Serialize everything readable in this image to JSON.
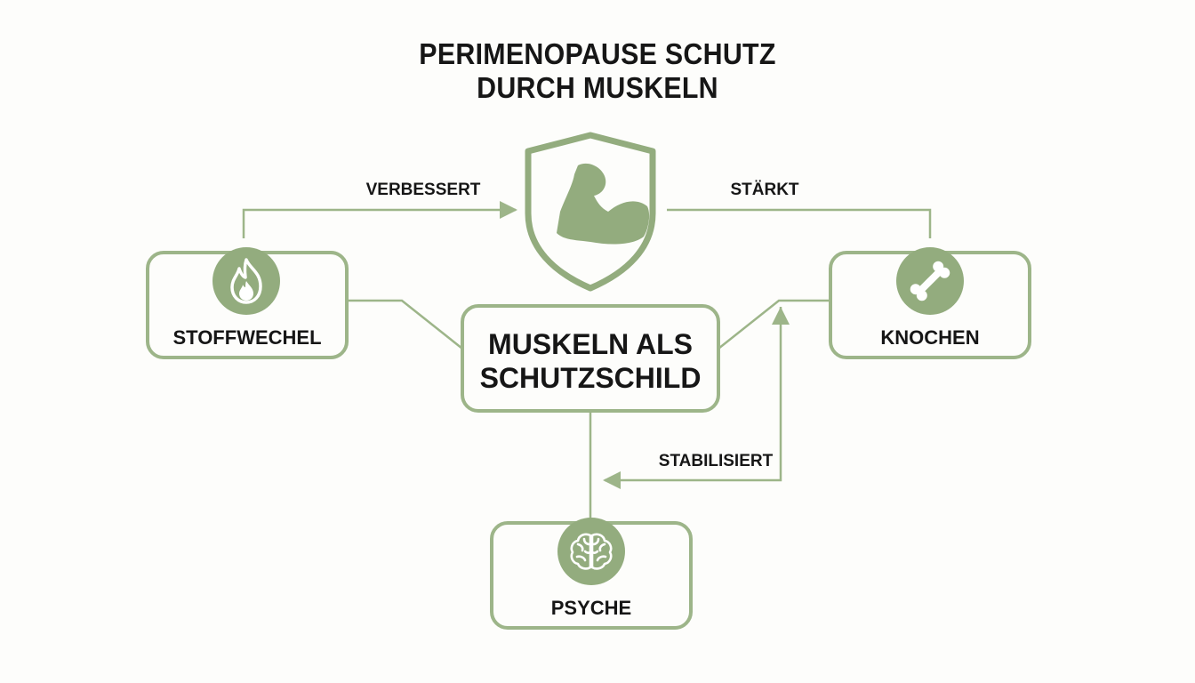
{
  "title": {
    "line1": "PERIMENOPAUSE SCHUTZ",
    "line2": "DURCH MUSKELN"
  },
  "center": {
    "line1": "MUSKELN ALS",
    "line2": "SCHUTZSCHILD",
    "icon": "shield-flexed-arm-icon"
  },
  "nodes": {
    "stoffwechel": {
      "label": "STOFFWECHEL",
      "icon": "flame-icon"
    },
    "knochen": {
      "label": "KNOCHEN",
      "icon": "bone-icon"
    },
    "psyche": {
      "label": "PSYCHE",
      "icon": "brain-icon"
    }
  },
  "edges": {
    "verbessert": "VERBESSERT",
    "staerkt": "STÄRKT",
    "stabilisiert": "STABILISIERT"
  },
  "colors": {
    "accent": "#9db589",
    "icon_fill": "#93ac7e",
    "text": "#161616",
    "background": "#fdfdfb"
  }
}
